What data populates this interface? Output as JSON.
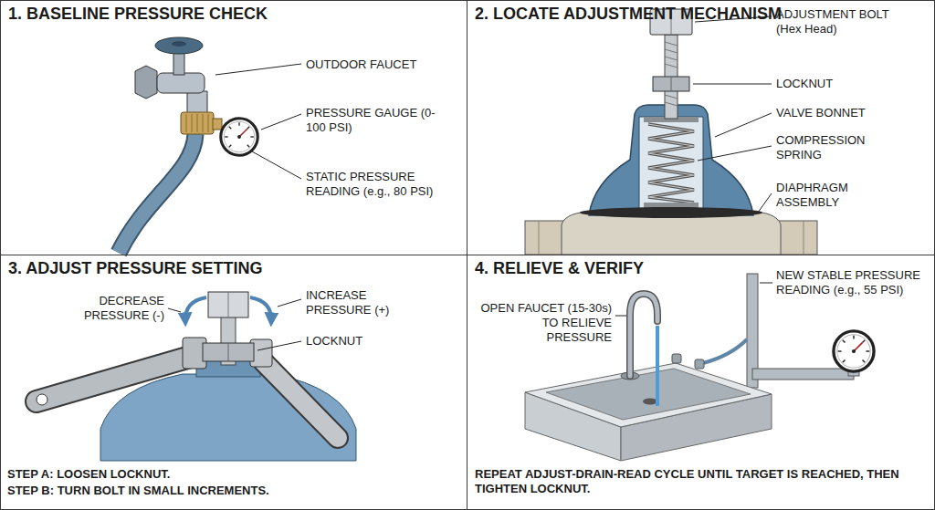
{
  "diagram": {
    "nodes": [
      {
        "text": [
          "1. BASELINE PRESSURE CHECK"
        ]
      },
      {
        "text": [
          "2. LOCATE ADJUSTMENT MECHANISM"
        ]
      },
      {
        "text": [
          "3. ADJUST PRESSURE SETTING"
        ]
      },
      {
        "text": [
          "4. RELIEVE & VERIFY"
        ]
      }
    ],
    "labels": [
      "OUTDOOR FAUCET",
      "PRESSURE GAUGE (0-100 PSI)",
      "STATIC PRESSURE READING (e.g., 80 PSI)",
      "ADJUSTMENT BOLT (Hex Head)",
      "LOCKNUT",
      "VALVE BONNET",
      "COMPRESSION SPRING",
      "DIAPHRAGM ASSEMBLY",
      "DECREASE PRESSURE (-)",
      "INCREASE PRESSURE (+)",
      "LOCKNUT",
      "STEP A: LOOSEN LOCKNUT.",
      "STEP B: TURN BOLT IN SMALL INCREMENTS.",
      "OPEN FAUCET (15-30s) TO RELIEVE PRESSURE",
      "NEW STABLE PRESSURE READING (e.g., 55 PSI)",
      "REPEAT ADJUST-DRAIN-READ CYCLE UNTIL TARGET IS REACHED, THEN TIGHTEN LOCKNUT."
    ]
  }
}
